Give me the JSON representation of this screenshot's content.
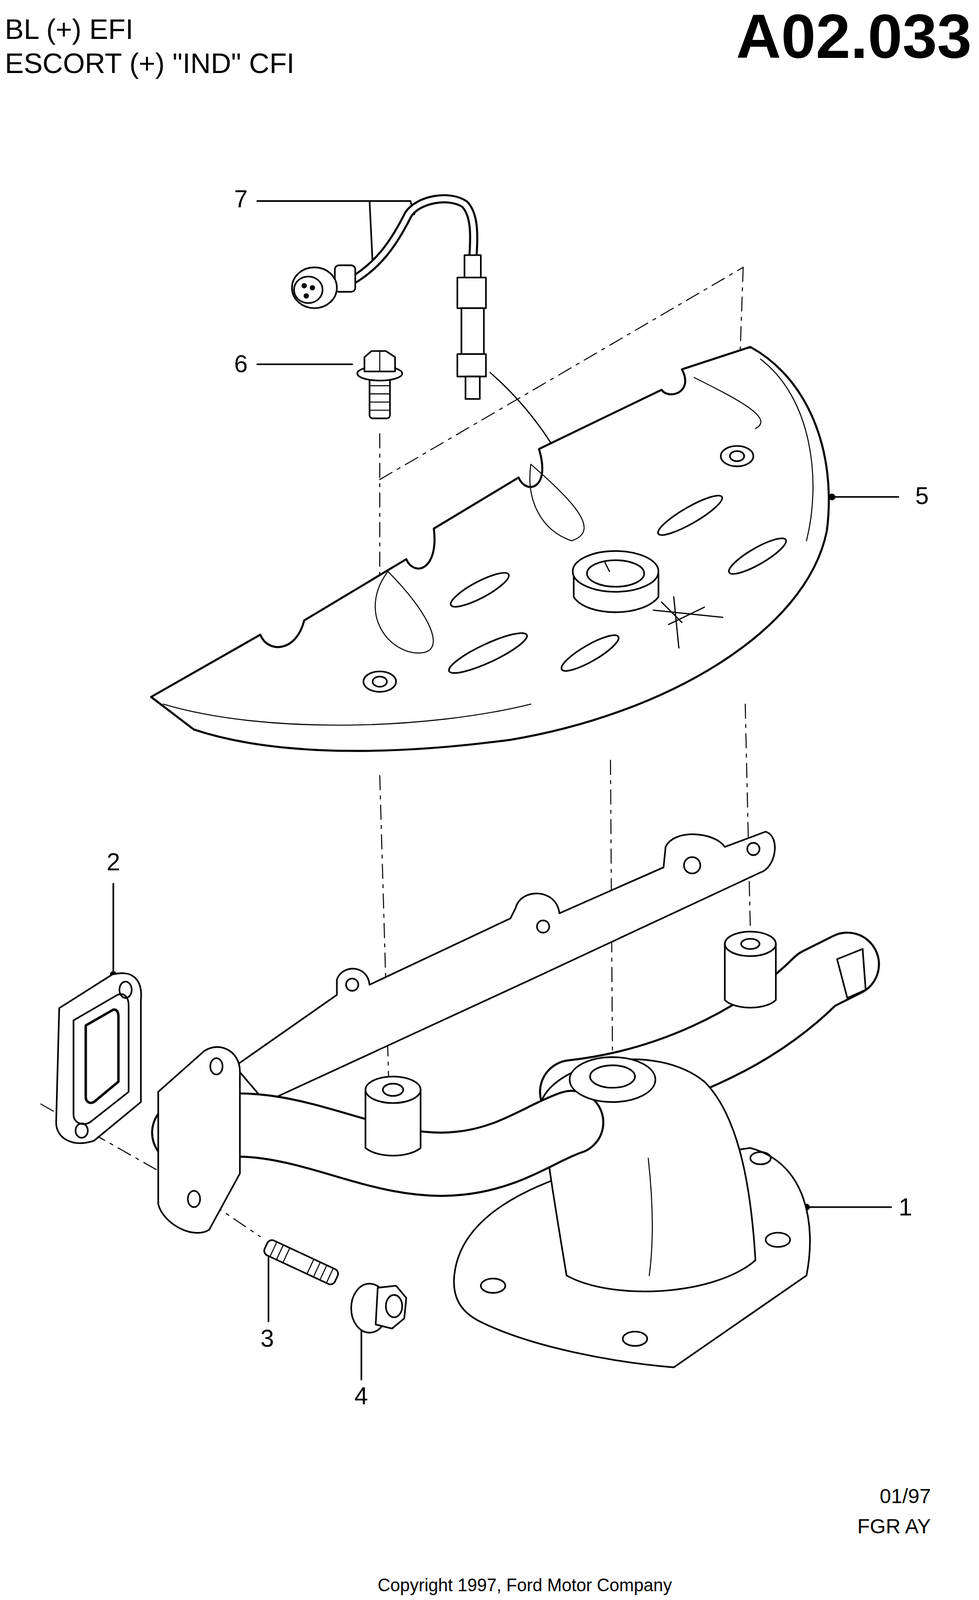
{
  "diagram": {
    "title": "A02.033",
    "labels": [
      "BL (+) EFI",
      "ESCORT (+) \"IND\" CFI",
      "7",
      "6",
      "5",
      "2",
      "1",
      "3",
      "4",
      "01/97",
      "FGR AY",
      "Copyright 1997, Ford Motor Company"
    ]
  }
}
